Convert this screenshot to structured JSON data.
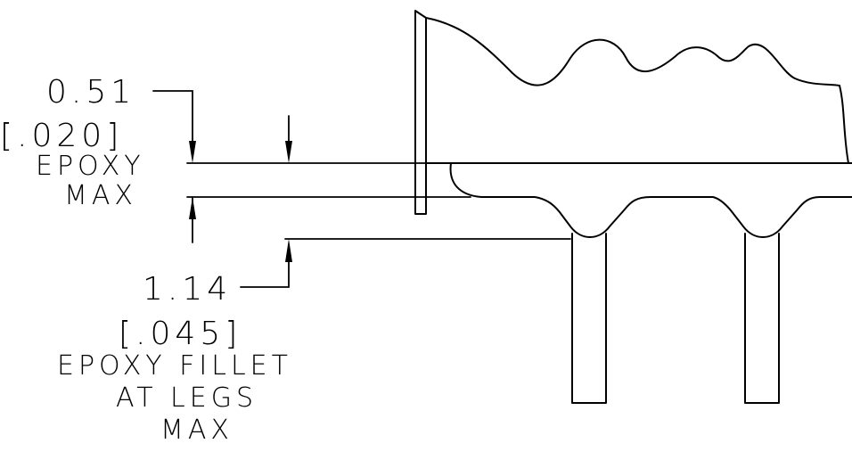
{
  "dimension_epoxy": {
    "value_mm": "0.51",
    "value_in": "[.020]",
    "label_line1": "EPOXY",
    "label_line2": "MAX"
  },
  "dimension_fillet": {
    "value_mm": "1.14",
    "value_in": "[.045]",
    "label_line1": "EPOXY FILLET",
    "label_line2": "AT LEGS",
    "label_line3": "MAX"
  }
}
